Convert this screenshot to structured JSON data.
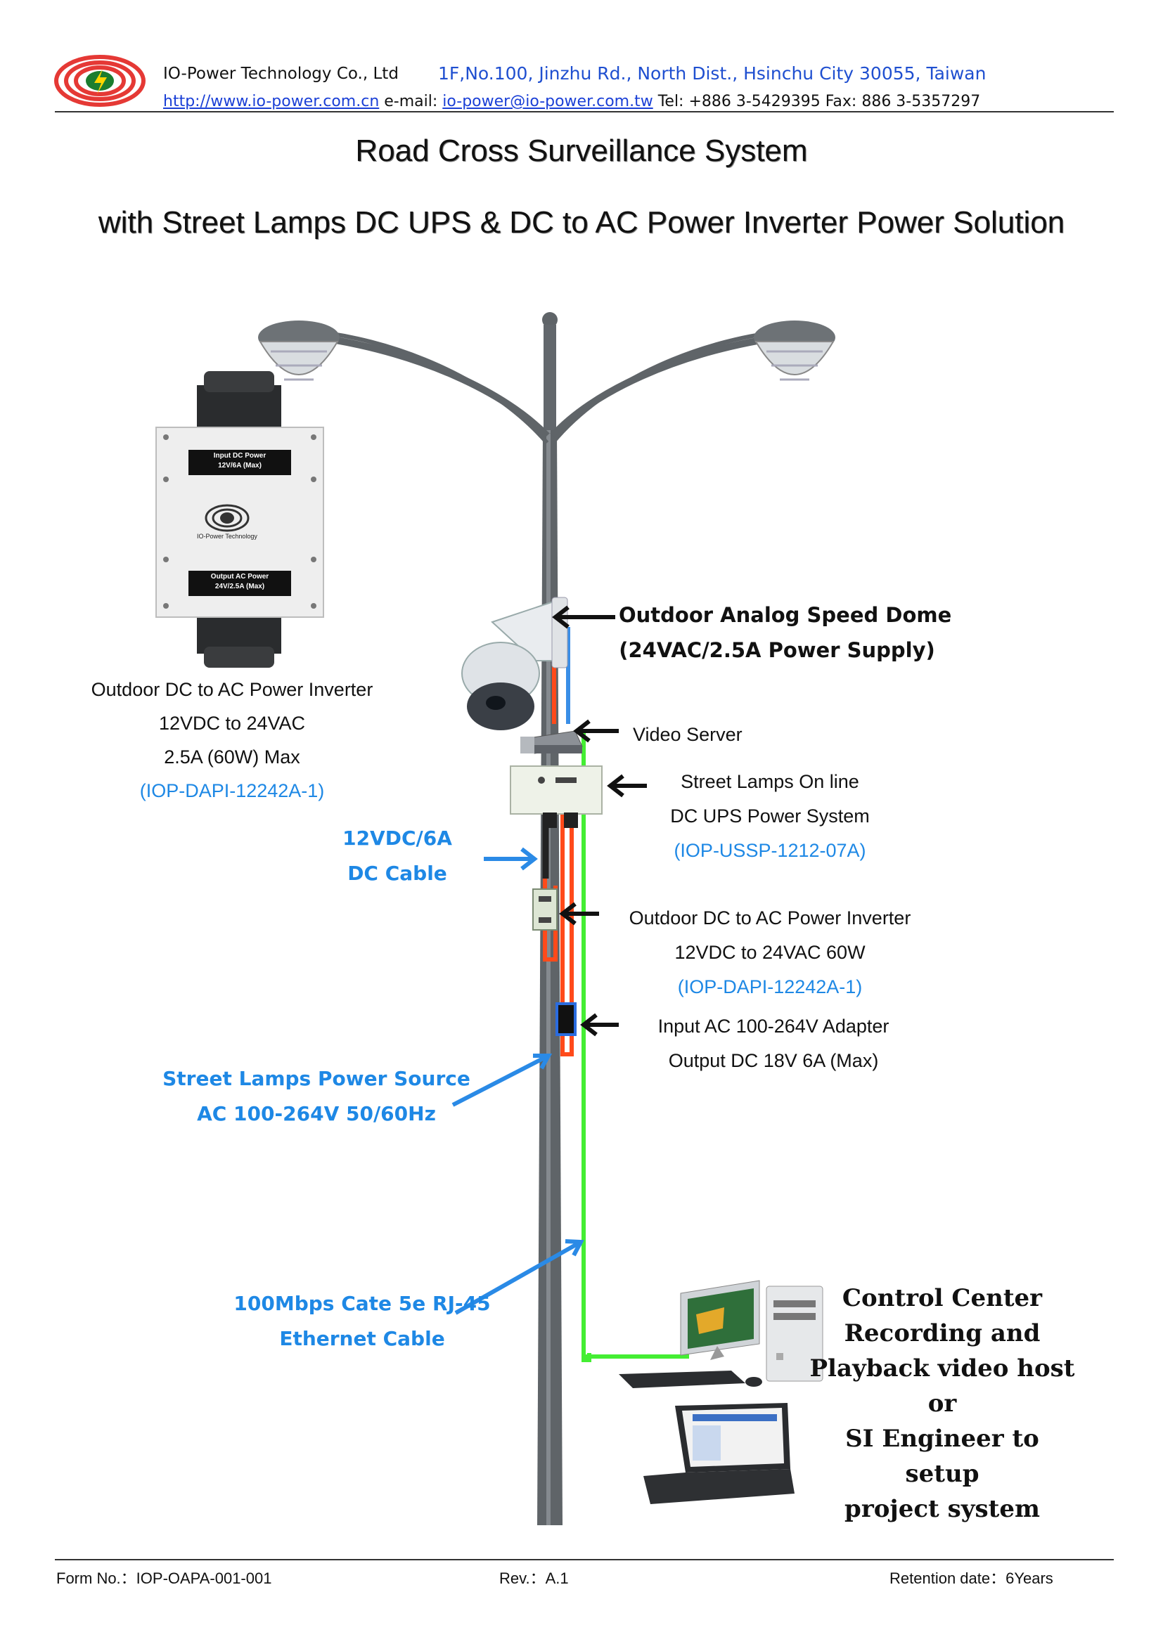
{
  "header": {
    "company": "IO-Power Technology Co., Ltd",
    "address": "1F,No.100, Jinzhu Rd., North Dist., Hsinchu City 30055, Taiwan",
    "website": "http://www.io-power.com.cn",
    "email_label": "e-mail:",
    "email": "io-power@io-power.com.tw",
    "phone_fax": "Tel: +886 3-5429395 Fax: 886 3-5357297"
  },
  "title": {
    "line1": "Road Cross Surveillance System",
    "line2": "with Street Lamps DC UPS & DC to AC Power Inverter Power Solution"
  },
  "inverter_box": {
    "input_label_1": "Input DC Power",
    "input_label_2": "12V/6A (Max)",
    "brand": "IO-Power Technology",
    "output_label_1": "Output AC Power",
    "output_label_2": "24V/2.5A (Max)"
  },
  "left_labels": {
    "inverter_title": "Outdoor DC to AC Power Inverter",
    "inverter_spec1": "12VDC to 24VAC",
    "inverter_spec2": "2.5A (60W) Max",
    "inverter_model": "(IOP-DAPI-12242A-1)",
    "dc_cable_1": "12VDC/6A",
    "dc_cable_2": "DC Cable",
    "power_source_1": "Street Lamps Power Source",
    "power_source_2": "AC 100-264V 50/60Hz",
    "ethernet_1": "100Mbps Cate 5e RJ-45",
    "ethernet_2": "Ethernet Cable"
  },
  "right_labels": {
    "dome_1": "Outdoor Analog Speed Dome",
    "dome_2": "(24VAC/2.5A Power Supply)",
    "video_server": "Video Server",
    "ups_1": "Street Lamps On line",
    "ups_2": "DC UPS Power System",
    "ups_model": "(IOP-USSP-1212-07A)",
    "inv_1": "Outdoor DC to AC Power Inverter",
    "inv_2": "12VDC to 24VAC 60W",
    "inv_model": "(IOP-DAPI-12242A-1)",
    "adapter_1": "Input AC 100-264V Adapter",
    "adapter_2": "Output DC 18V 6A (Max)"
  },
  "control_center": {
    "line1": "Control Center",
    "line2": "Recording and",
    "line3": "Playback video host",
    "line4": "or",
    "line5": "SI Engineer to setup",
    "line6": "project system"
  },
  "footer": {
    "form_no": "Form No.：IOP-OAPA-001-001",
    "rev": "Rev.：A.1",
    "retention": "Retention date：6Years"
  },
  "colors": {
    "blue_label": "#1e88e5",
    "cable_green": "#44ee33",
    "cable_red": "#ff4a1a",
    "cable_blue": "#3a8ee6",
    "pole": "#5f6468"
  }
}
